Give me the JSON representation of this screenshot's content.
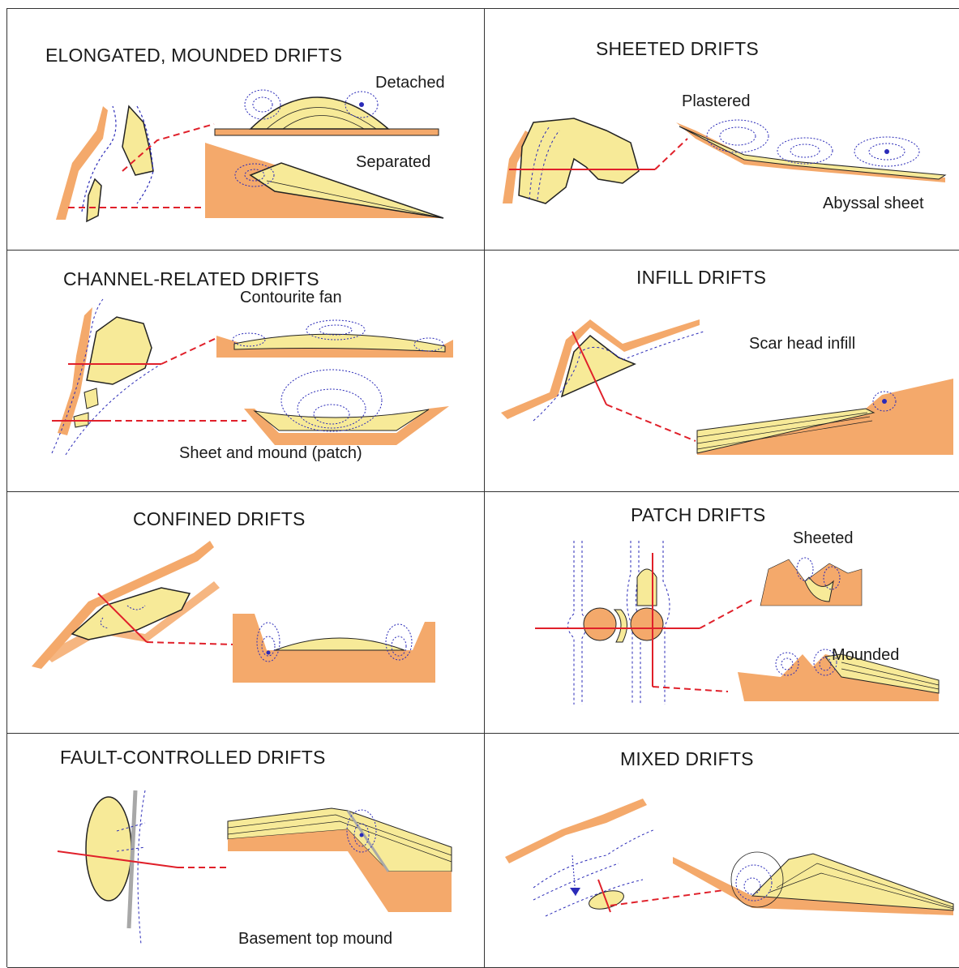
{
  "colors": {
    "sediment": "#f7ea98",
    "basement": "#f4a96b",
    "current": "#2b2bb8",
    "profile_line": "#e0202a",
    "outline": "#222222",
    "fault": "#a8a8a8"
  },
  "panels": [
    {
      "title": "ELONGATED, MOUNDED DRIFTS",
      "labels": [
        "Detached",
        "Separated"
      ]
    },
    {
      "title": "SHEETED DRIFTS",
      "labels": [
        "Plastered",
        "Abyssal sheet"
      ]
    },
    {
      "title": "CHANNEL-RELATED DRIFTS",
      "labels": [
        "Contourite fan",
        "Sheet and mound (patch)"
      ]
    },
    {
      "title": "INFILL DRIFTS",
      "labels": [
        "Scar head infill"
      ]
    },
    {
      "title": "CONFINED DRIFTS",
      "labels": []
    },
    {
      "title": "PATCH DRIFTS",
      "labels": [
        "Sheeted",
        "Mounded"
      ]
    },
    {
      "title": "FAULT-CONTROLLED  DRIFTS",
      "labels": [
        "Basement top mound"
      ]
    },
    {
      "title": "MIXED DRIFTS",
      "labels": []
    }
  ]
}
